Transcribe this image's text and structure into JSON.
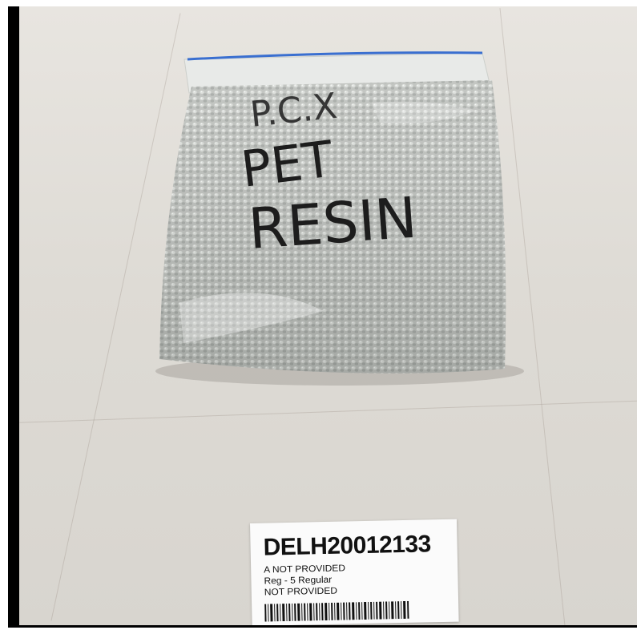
{
  "photo": {
    "subject": "bag-of-resin-pellets",
    "handwriting": {
      "line1": "P.C.X",
      "line2": "PET",
      "line3": "RESIN"
    }
  },
  "label": {
    "code": "DELH20012133",
    "line1": "A NOT PROVIDED",
    "line2": "Reg - 5 Regular",
    "line3": "NOT PROVIDED"
  },
  "colors": {
    "border": "#000000",
    "zipper_blue": "#3a6fd0",
    "floor": "#dedbd5"
  }
}
